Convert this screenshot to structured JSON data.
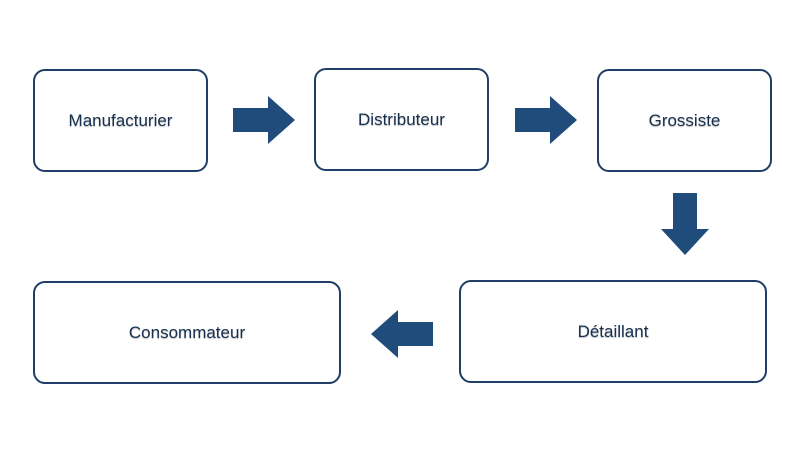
{
  "diagram": {
    "nodes": [
      {
        "id": "manufacturier",
        "label": "Manufacturier"
      },
      {
        "id": "distributeur",
        "label": "Distributeur"
      },
      {
        "id": "grossiste",
        "label": "Grossiste"
      },
      {
        "id": "detaillant",
        "label": "Détaillant"
      },
      {
        "id": "consommateur",
        "label": "Consommateur"
      }
    ],
    "edges": [
      {
        "from": "manufacturier",
        "to": "distributeur",
        "direction": "right"
      },
      {
        "from": "distributeur",
        "to": "grossiste",
        "direction": "right"
      },
      {
        "from": "grossiste",
        "to": "detaillant",
        "direction": "down"
      },
      {
        "from": "detaillant",
        "to": "consommateur",
        "direction": "left"
      }
    ],
    "colors": {
      "box_border": "#1f3d66",
      "arrow_fill": "#1f4c7b",
      "text": "#17304f",
      "background": "#ffffff"
    }
  }
}
